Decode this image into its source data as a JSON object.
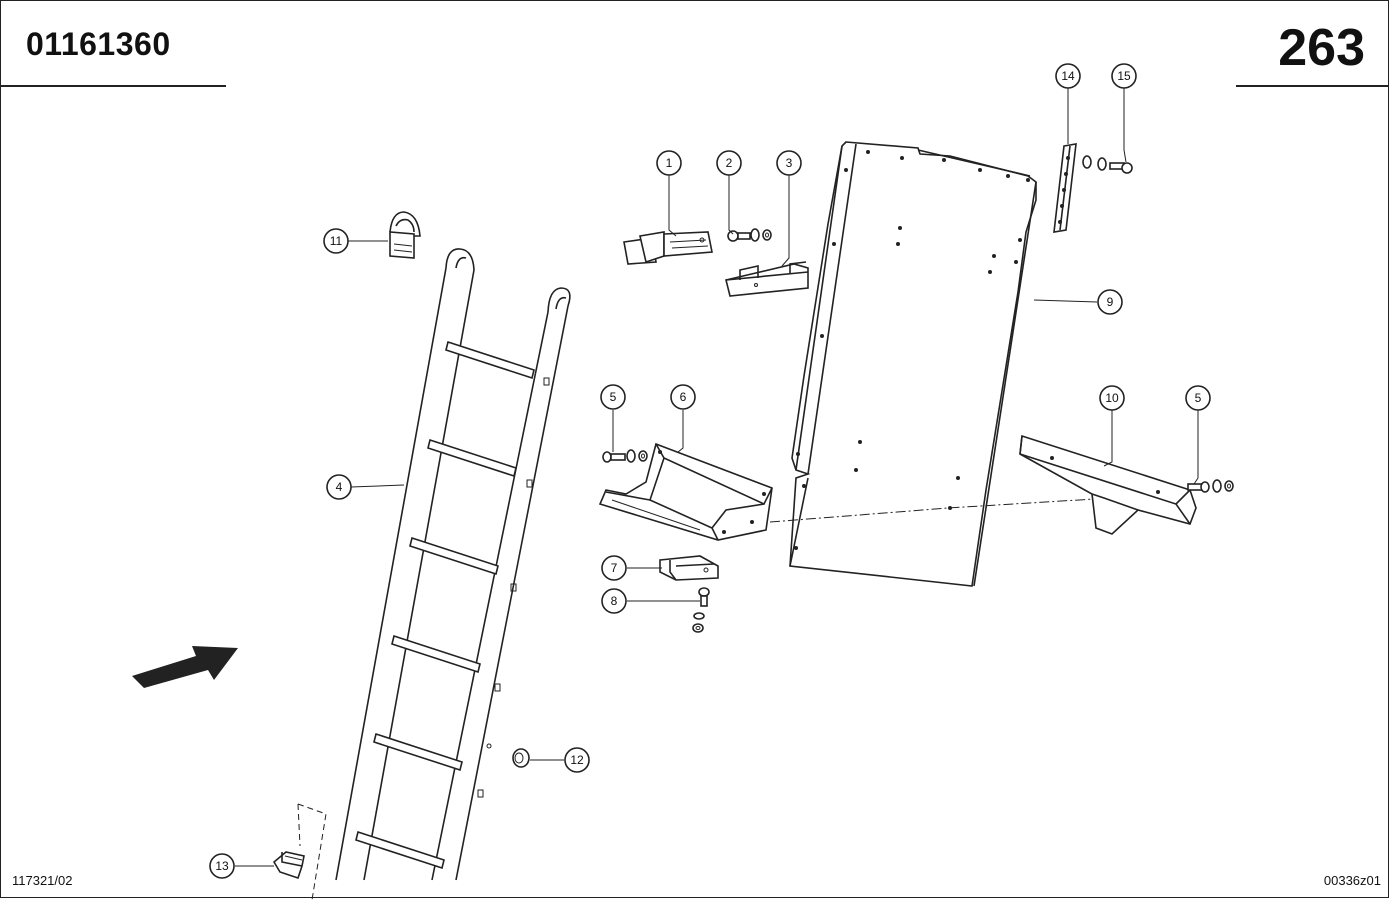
{
  "header": {
    "document_number": "01161360",
    "page_number": "263"
  },
  "footer": {
    "left_code": "117321/02",
    "right_code": "00336z01"
  },
  "callouts": [
    {
      "id": "c1",
      "label": "1"
    },
    {
      "id": "c2",
      "label": "2"
    },
    {
      "id": "c3",
      "label": "3"
    },
    {
      "id": "c4",
      "label": "4"
    },
    {
      "id": "c5a",
      "label": "5"
    },
    {
      "id": "c5b",
      "label": "5"
    },
    {
      "id": "c6",
      "label": "6"
    },
    {
      "id": "c7",
      "label": "7"
    },
    {
      "id": "c8",
      "label": "8"
    },
    {
      "id": "c9",
      "label": "9"
    },
    {
      "id": "c10",
      "label": "10"
    },
    {
      "id": "c11",
      "label": "11"
    },
    {
      "id": "c12",
      "label": "12"
    },
    {
      "id": "c13",
      "label": "13"
    },
    {
      "id": "c14",
      "label": "14"
    },
    {
      "id": "c15",
      "label": "15"
    }
  ]
}
